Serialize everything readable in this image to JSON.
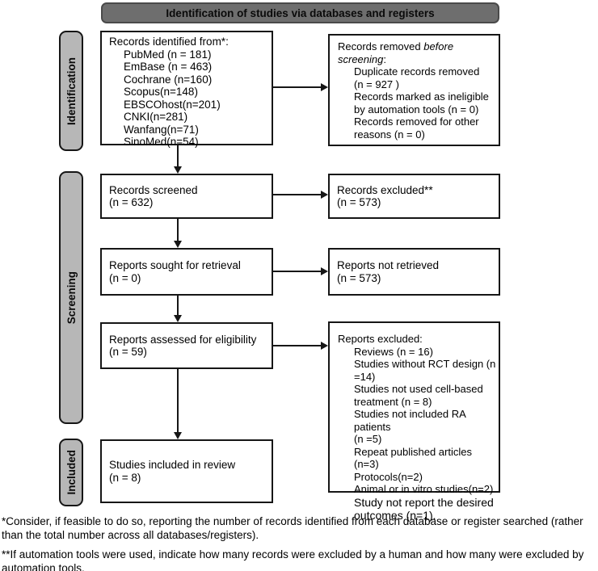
{
  "banner": {
    "title": "Identification of studies via databases and registers"
  },
  "stages": {
    "identification": "Identification",
    "screening": "Screening",
    "included": "Included"
  },
  "boxes": {
    "identified": {
      "title": "Records identified from*:",
      "items": [
        "PubMed (n = 181)",
        "EmBase (n = 463)",
        "Cochrane (n=160)",
        "Scopus(n=148)",
        "EBSCOhost(n=201)",
        "CNKI(n=281)",
        "Wanfang(n=71)",
        "SinoMed(n=54)"
      ]
    },
    "removed": {
      "title_prefix": "Records removed ",
      "title_italic": "before\nscreening",
      "title_suffix": ":",
      "items": [
        "Duplicate records removed\n(n = 927 )",
        "Records marked as ineligible\nby automation tools (n = 0)",
        "Records removed for other\nreasons (n = 0)"
      ]
    },
    "screened": {
      "line1": "Records screened",
      "line2": "(n = 632)"
    },
    "records_excluded": {
      "line1": "Records excluded**",
      "line2": "(n = 573)"
    },
    "sought": {
      "line1": "Reports sought for retrieval",
      "line2": "(n = 0)"
    },
    "not_retrieved": {
      "line1": "Reports not retrieved",
      "line2": "(n = 573)"
    },
    "assessed": {
      "line1": "Reports assessed for eligibility",
      "line2": "(n = 59)"
    },
    "reports_excluded": {
      "title": "Reports excluded:",
      "items": [
        "Reviews (n = 16)",
        "Studies without RCT design (n\n=14)",
        "Studies not used cell-based\ntreatment (n = 8)",
        "Studies not included RA patients\n(n =5)",
        "Repeat published articles (n=3)",
        "Protocols(n=2)",
        "Animal or in vitro studies(n=2)",
        "Study not report the desired\noutcomes (n=1)."
      ]
    },
    "included_box": {
      "line1": "Studies included in review",
      "line2": "(n = 8)"
    }
  },
  "footnotes": {
    "first": "*Consider, if feasible to do so, reporting the number of records identified from each database or register searched (rather than the total number across all databases/registers).",
    "second": "**If automation tools were used, indicate how many records were excluded by a human and how many were excluded by automation tools."
  },
  "colors": {
    "banner_fill": "#6e6e6e",
    "stage_fill": "#b7b7b7",
    "line": "#161616"
  }
}
